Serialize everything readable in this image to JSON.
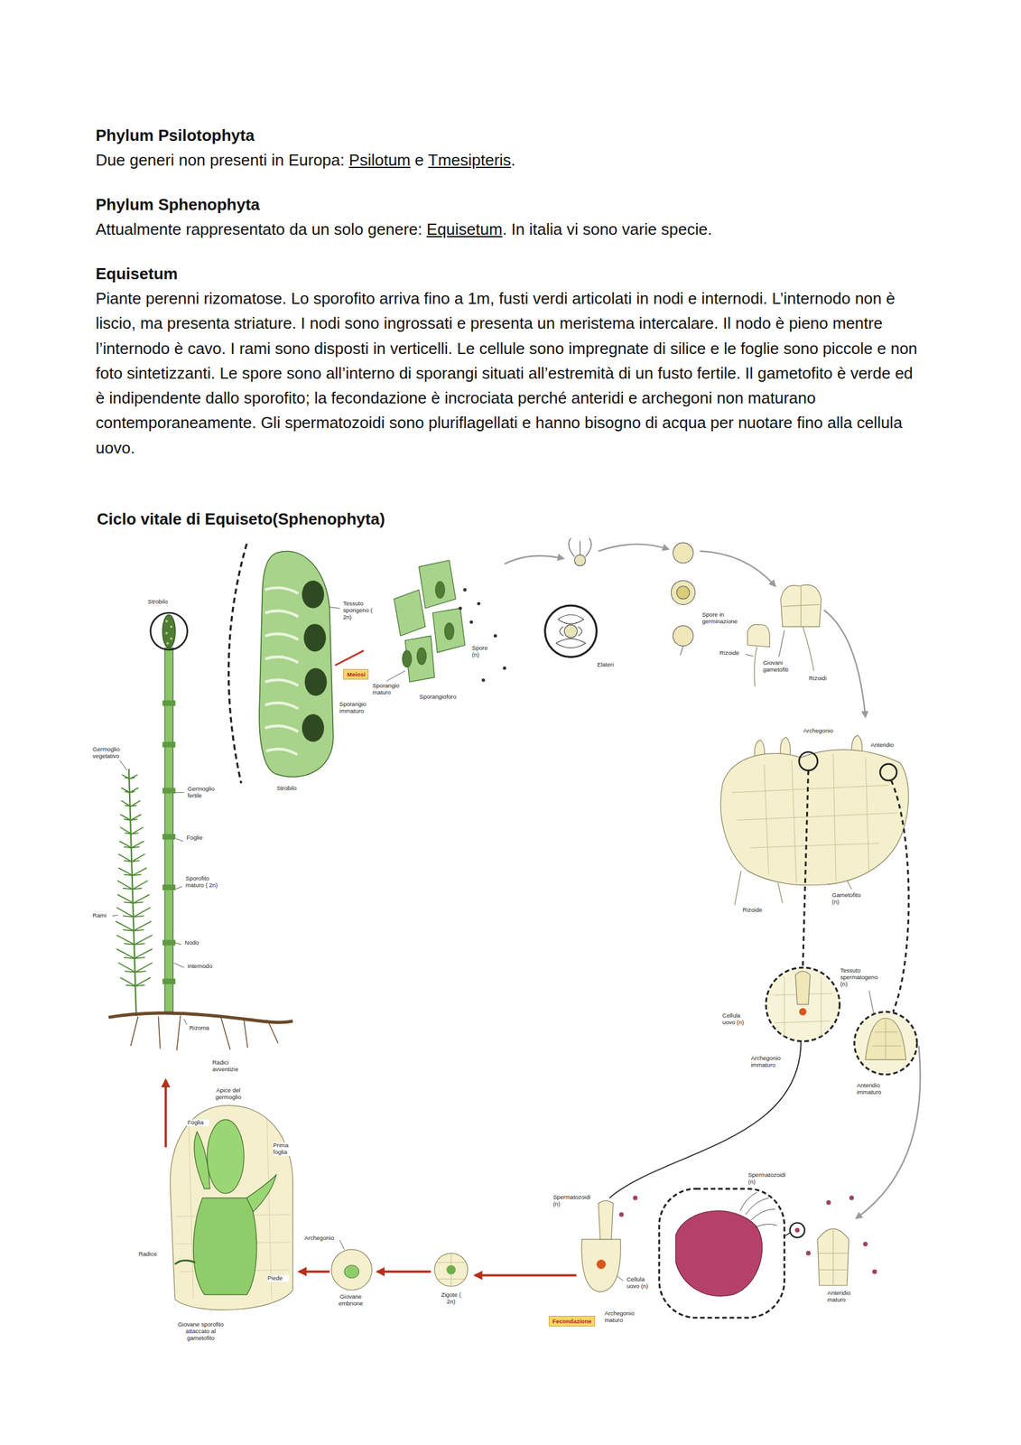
{
  "diagram": {
    "title": "Ciclo vitale di Equiseto(Sphenophyta)",
    "nodes": [
      {
        "text": [
          "Meiosi"
        ]
      },
      {
        "text": [
          "Fecondazione"
        ]
      }
    ],
    "labels": [
      "Phylum Psilotophyta",
      "Due generi non presenti in Europa:",
      "Psilotum",
      "e",
      "Tmesipteris",
      ".",
      "Phylum Sphenophyta",
      "Attualmente rappresentato da un solo genere:",
      "Equisetum",
      ". In italia vi sono varie specie.",
      "Equisetum",
      "Piante perenni rizomatose. Lo sporofito arriva fino a 1m, fusti verdi articolati in nodi e internodi. L’internodo non è liscio, ma presenta striature. I nodi sono ingrossati e presenta un meristema intercalare. Il nodo è pieno mentre l’internodo è cavo. I rami sono disposti in verticelli. Le cellule sono impregnate di silice e le foglie sono piccole e non foto sintetizzanti. Le spore sono all’interno di sporangi situati all’estremità di un fusto fertile. Il gametofito è verde ed è indipendente dallo sporofito; la fecondazione è incrociata perché anteridi e archegoni non maturano contemporaneamente. Gli spermatozoidi sono pluriflagellati e hanno bisogno di acqua per nuotare fino alla cellula uovo.",
      "Strobilo",
      "Tessuto sporigeno ( 2n)",
      "Sporangio maturo",
      "Sporangio immaturo",
      "Sporangioforo",
      "Spore (n)",
      "Strobilo",
      "Elateri",
      "Spore in germinazione",
      "Rizoide",
      "Giovani gametofiti",
      "Rizoidi",
      "Archegonio",
      "Anteridio",
      "Rizoide",
      "Gametofito (n)",
      "Tessuto spermatogeno (n)",
      "Cellula uovo (n)",
      "Archegonio immaturo",
      "Anteridio immaturo",
      "Spermatozoidi (n)",
      "Spermatozoidi (n)",
      "Anteridio maturo",
      "Cellula uovo (n)",
      "Archegonio maturo",
      "Zigote ( 2n)",
      "Archegonio",
      "Giovane embrione",
      "Apice del germoglio",
      "Foglia",
      "Prima foglia",
      "Radice",
      "Piede",
      "Giovane sporofito attaccato al gametofito",
      "Germoglio vegetativo",
      "Germoglio fertile",
      "Foglie",
      "Sporofito maturo ( 2n)",
      "Rami",
      "Nodo",
      "Internodo",
      "Rizoma",
      "Radici avventizie"
    ]
  }
}
